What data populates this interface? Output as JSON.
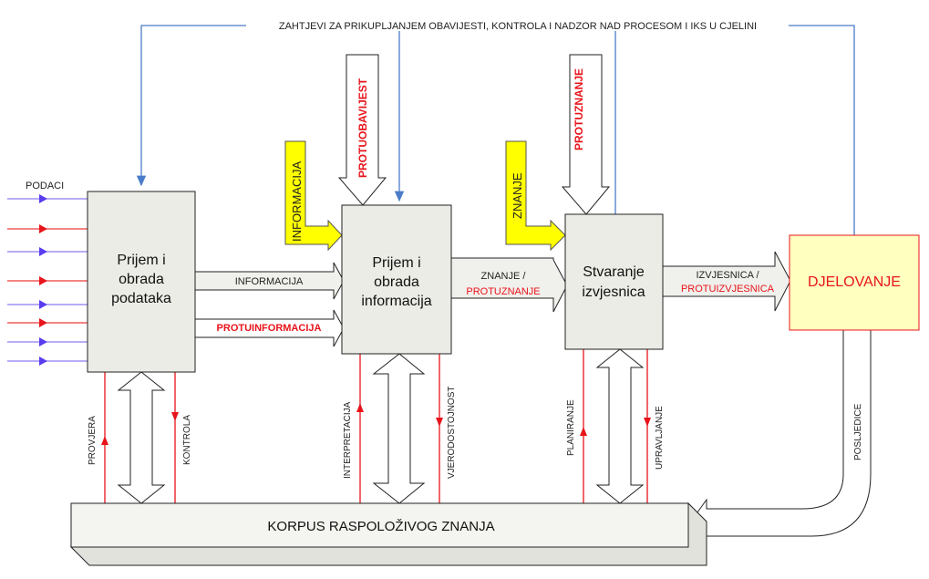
{
  "top_label": "ZAHTJEVI ZA PRIKUPLJANJEM OBAVIJESTI, KONTROLA I NADZOR NAD PROCESOM I IKS U CJELINI",
  "inputs_label": "PODACI",
  "boxes": {
    "b1": [
      "Prijem i",
      "obrada",
      "podataka"
    ],
    "b2": [
      "Prijem i",
      "obrada",
      "informacija"
    ],
    "b3": [
      "Stvaranje",
      "izvjesnica"
    ],
    "action": "DJELOVANJE",
    "corpus": "KORPUS RASPOLOŽIVOG ZNANJA"
  },
  "arrows": {
    "informacija": "INFORMACIJA",
    "protuinformacija": "PROTUINFORMACIJA",
    "znanje": "ZNANJE /",
    "protuznanje": "PROTUZNANJE",
    "izvjesnica": "IZVJESNICA /",
    "protuizvjesnica": "PROTUIZVJESNICA",
    "yellow_informacija": "INFORMACIJA",
    "yellow_znanje": "ZNANJE",
    "protuobavijest": "PROTUOBAVIJEST",
    "protuznanje_top": "PROTUZNANJE",
    "posljedice": "POSLJEDICE"
  },
  "feedback": {
    "provjera": "PROVJERA",
    "kontrola": "KONTROLA",
    "interpretacija": "INTERPRETACIJA",
    "vjerodostojnost": "VJERODOSTOJNOST",
    "planiranje": "PLANIRANJE",
    "upravljanje": "UPRAVLJANJE"
  },
  "colors": {
    "blue_line": "#4a7cc8",
    "red": "#e8141b",
    "purple": "#6a4cf0",
    "yellow": "#ffff00",
    "box_fill": "#ececE6",
    "action_fill": "#ffffc0"
  }
}
